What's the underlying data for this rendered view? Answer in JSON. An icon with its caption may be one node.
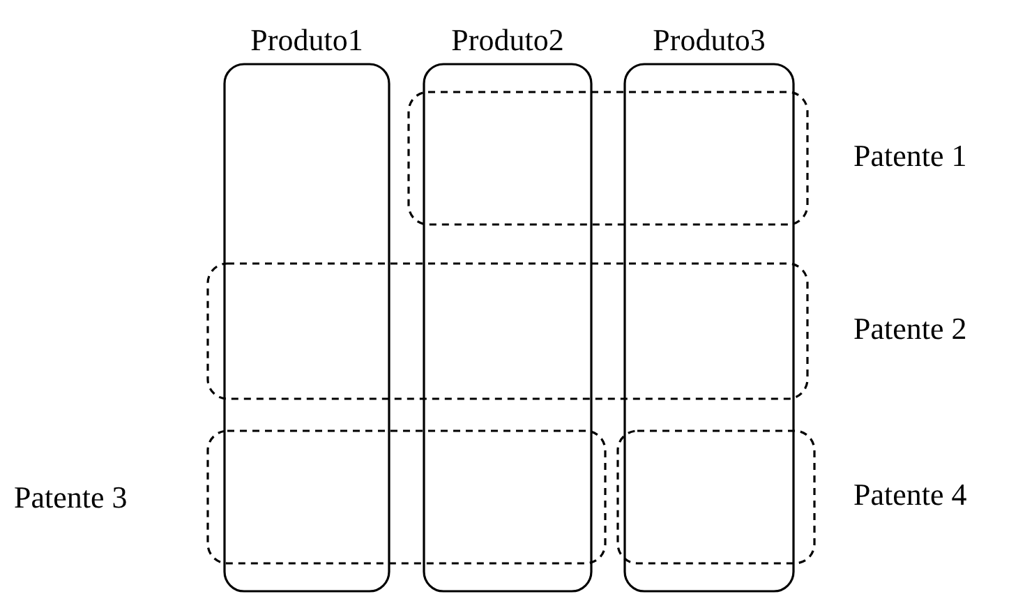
{
  "diagram": {
    "nodes": [
      {
        "text": [
          "Produto1"
        ]
      },
      {
        "text": [
          "Produto2"
        ]
      },
      {
        "text": [
          "Produto3"
        ]
      },
      {
        "text": [
          "Patente 1"
        ]
      },
      {
        "text": [
          "Patente 2"
        ]
      },
      {
        "text": [
          "Patente 3"
        ]
      },
      {
        "text": [
          "Patente 4"
        ]
      }
    ],
    "edges": []
  }
}
